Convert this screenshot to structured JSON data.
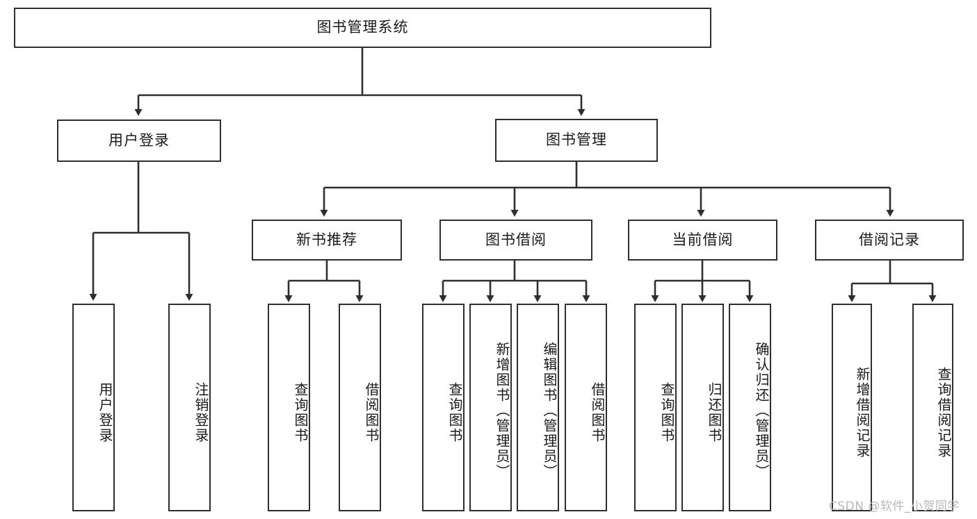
{
  "diagram": {
    "title": "图书管理系统",
    "type": "hierarchy-tree",
    "root": {
      "label": "图书管理系统"
    },
    "level1": [
      {
        "label": "用户登录"
      },
      {
        "label": "图书管理"
      }
    ],
    "level2": [
      {
        "label": "新书推荐"
      },
      {
        "label": "图书借阅"
      },
      {
        "label": "当前借阅"
      },
      {
        "label": "借阅记录"
      }
    ],
    "leaves": {
      "user_login": [
        {
          "label": "用户登录"
        },
        {
          "label": "注销登录"
        }
      ],
      "new_book_recommend": [
        {
          "label": "查询图书"
        },
        {
          "label": "借阅图书"
        }
      ],
      "book_borrow": [
        {
          "label": "查询图书"
        },
        {
          "label": "新增图书（管理员）"
        },
        {
          "label": "编辑图书（管理员）"
        },
        {
          "label": "借阅图书"
        }
      ],
      "current_borrow": [
        {
          "label": "查询图书"
        },
        {
          "label": "归还图书"
        },
        {
          "label": "确认归还（管理员）"
        }
      ],
      "borrow_record": [
        {
          "label": "新增借阅记录"
        },
        {
          "label": "查询借阅记录"
        }
      ]
    }
  },
  "watermark": {
    "text": "CSDN @软件_小贺同学"
  },
  "colors": {
    "stroke": "#2e2e2e",
    "box_fill": "#ffffff",
    "text": "#1a1a1a",
    "watermark": "#b8b8b8",
    "background": "#ffffff"
  }
}
